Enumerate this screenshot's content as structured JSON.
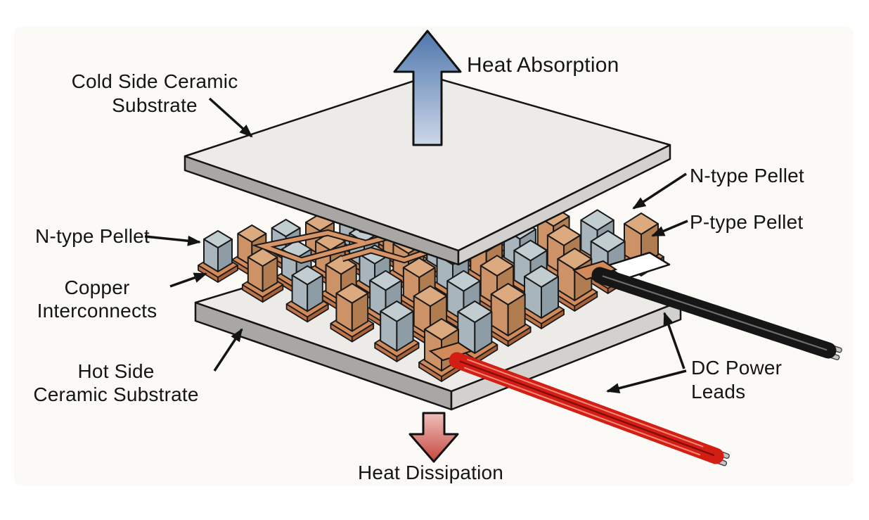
{
  "figure": {
    "heat_absorption": "Heat Absorption",
    "heat_dissipation": "Heat Dissipation",
    "cold_substrate_line1": "Cold Side Ceramic",
    "cold_substrate_line2": "Substrate",
    "n_type_left": "N-type Pellet",
    "n_type_right": "N-type Pellet",
    "p_type": "P-type Pellet",
    "copper_line1": "Copper",
    "copper_line2": "Interconnects",
    "hot_substrate_line1": "Hot Side",
    "hot_substrate_line2": "Ceramic Substrate",
    "dc_leads_line1": "DC Power",
    "dc_leads_line2": "Leads"
  },
  "colors": {
    "background": "#ffffff",
    "panel": "#fbfaf6",
    "outline": "#151515",
    "ceramic_top": "#ecebe8",
    "ceramic_front_left": "#a9a7a4",
    "ceramic_front_right": "#d3d1ce",
    "n_pellet_top": "#c2cdd2",
    "n_pellet_left": "#a9b5bc",
    "n_pellet_right": "#8e9ca5",
    "p_pellet_top": "#dcaa7e",
    "p_pellet_left": "#cd9366",
    "p_pellet_right": "#b27c51",
    "copper_top": "#d28a58",
    "copper_front": "#c0744a",
    "copper_side": "#a96237",
    "trace": "#d89465",
    "heat_absorb_arrow_top": "#4f76ac",
    "heat_absorb_arrow_bottom": "#ccd7e8",
    "heat_dissipate_arrow_top": "#efc0bb",
    "heat_dissipate_arrow_bottom": "#c6463f",
    "wire_black": "#161616",
    "wire_black_divider": "#6e6e6e",
    "wire_red": "#d41e14",
    "wire_red_divider": "#7c0e09",
    "wire_red_highlight": "#f2897e",
    "wire_tip": "#c4c4c4"
  }
}
